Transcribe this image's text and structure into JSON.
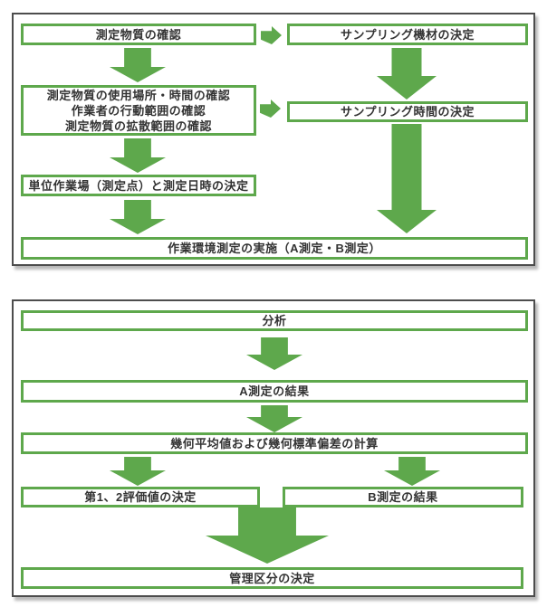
{
  "colors": {
    "green": "#5ea84c",
    "panel_border": "#4d4d4d",
    "text": "#333333"
  },
  "panel1": {
    "boxes": {
      "confirm_substance": "測定物質の確認",
      "sampling_equipment": "サンプリング機材の決定",
      "usage_line1": "測定物質の使用場所・時間の確認",
      "usage_line2": "作業者の行動範囲の確認",
      "usage_line3": "測定物質の拡散範囲の確認",
      "sampling_time": "サンプリング時間の決定",
      "unit_workplace": "単位作業場（測定点）と測定日時の決定",
      "implementation": "作業環境測定の実施（A測定・B測定）"
    }
  },
  "panel2": {
    "boxes": {
      "analysis": "分析",
      "a_result": "A測定の結果",
      "geometric_calc": "幾何平均値および幾何標準偏差の計算",
      "evaluation_values": "第1、2評価値の決定",
      "b_result": "B測定の結果",
      "control_class": "管理区分の決定"
    }
  }
}
